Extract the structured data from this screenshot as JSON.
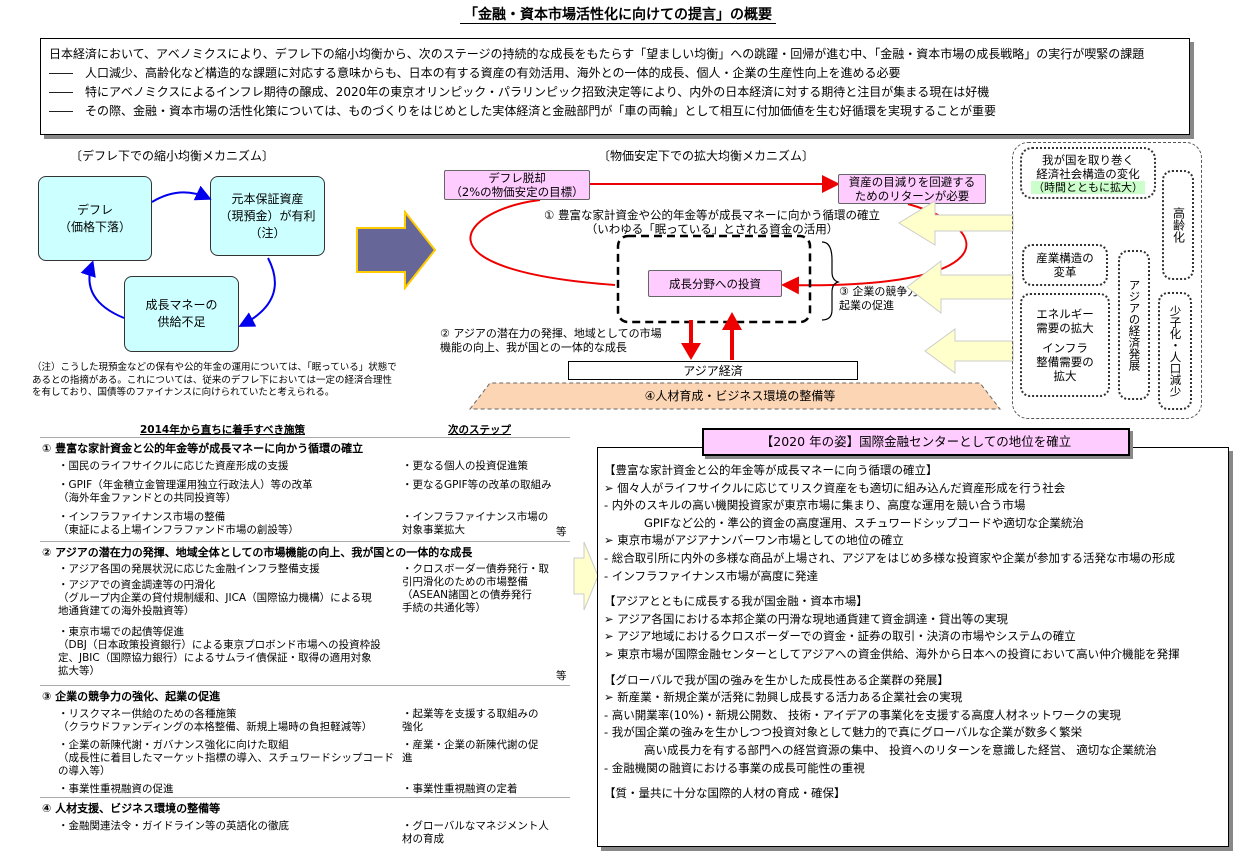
{
  "title": "「金融・資本市場活性化に向けての提言」の概要",
  "intro": {
    "main": "日本経済において、アベノミクスにより、デフレ下の縮小均衡から、次のステージの持続的な成長をもたらす「望ましい均衡」への跳躍・回帰が進む中、「金融・資本市場の成長戦略」の実行が喫緊の課題",
    "bullets": [
      "――　人口減少、高齢化など構造的な課題に対応する意味からも、日本の有する資産の有効活用、海外との一体的成長、個人・企業の生産性向上を進める必要",
      "――　特にアベノミクスによるインフレ期待の醸成、2020年の東京オリンピック・パラリンピック招致決定等により、内外の日本経済に対する期待と注目が集まる現在は好機",
      "――　その際、金融・資本市場の活性化策については、ものづくりをはじめとした実体経済と金融部門が「車の両輪」として相互に付加価値を生む好循環を実現することが重要"
    ]
  },
  "deflation": {
    "caption": "〔デフレ下での縮小均衡メカニズム〕",
    "box1": "デフレ\n（価格下落）",
    "box2": "元本保証資産\n（現預金）が有利\n（注）",
    "box3": "成長マネーの\n供給不足",
    "note": "（注）こうした現預金などの保有や公的年金の運用については、「眠っている」状態であるとの指摘がある。これについては、従来のデフレ下においては一定の経済合理性を有しており、国債等のファイナンスに向けられていたと考えられる。"
  },
  "expansion": {
    "caption": "〔物価安定下での拡大均衡メカニズム〕",
    "deflation_exit": "デフレ脱却\n（2%の物価安定の目標）",
    "asset_reduce": "資産の目減りを回避する\nためのリターンが必要",
    "point1": "①  豊富な家計資金や公的年金等が成長マネーに向かう循環の確立\n（いわゆる「眠っている」とされる資金の活用）",
    "growth_invest": "成長分野への投資",
    "point3": "③ 企業の競争力の強化、\n起業の促進",
    "point2": "② アジアの潜在力の発揮、地域としての市場\n機能の向上、我が国との一体的な成長",
    "asia_economy": "アジア経済",
    "point4": "④人材育成・ビジネス環境の整備等"
  },
  "environment": {
    "structure": "我が国を取り巻く\n経済社会構造の変化",
    "over_time": "（時間とともに拡大）",
    "aging": "高齢化",
    "industry": "産業構造の\n変革",
    "energy": "エネルギー\n需要の拡大",
    "infra": "インフラ\n整備需要の\n拡大",
    "asia_growth": "アジアの経済発展",
    "population": "少子化・人口減少"
  },
  "measures": {
    "head_now": "2014年から直ちに着手すべき施策",
    "head_next": "次のステップ",
    "etc": "等",
    "sections": [
      {
        "title": "① 豊富な家計資金と公的年金等が成長マネーに向かう循環の確立",
        "now": [
          "・国民のライフサイクルに応じた資産形成の支援",
          "・GPIF（年金積立金管理運用独立行政法人）等の改革\n（海外年金ファンドとの共同投資等）",
          "・インフラファイナンス市場の整備\n（東証による上場インフラファンド市場の創設等）"
        ],
        "next": [
          "・更なる個人の投資促進策",
          "・更なるGPIF等の改革の取組み",
          "・インフラファイナンス市場の\n対象事業拡大"
        ]
      },
      {
        "title": "② アジアの潜在力の発揮、地域全体としての市場機能の向上、我が国との一体的な成長",
        "now": [
          "・アジア各国の発展状況に応じた金融インフラ整備支援",
          "・アジアでの資金調達等の円滑化\n（グループ内企業の貸付規制緩和、JICA（国際協力機構）による現\n地通貨建ての海外投融資等）",
          "・東京市場での起債等促進\n（DBJ（日本政策投資銀行）による東京プロボンド市場への投資枠設\n定、JBIC（国際協力銀行）によるサムライ債保証・取得の適用対象\n拡大等）"
        ],
        "next": [
          "・クロスボーダー債券発行・取\n引円滑化のための市場整備\n（ASEAN諸国との債券発行\n手続の共通化等）"
        ]
      },
      {
        "title": "③ 企業の競争力の強化、起業の促進",
        "now": [
          "・リスクマネー供給のための各種施策\n（クラウドファンディングの本格整備、新規上場時の負担軽減等）",
          "・企業の新陳代謝・ガバナンス強化に向けた取組\n（成長性に着目したマーケット指標の導入、スチュワードシップコード\nの導入等）",
          "・事業性重視融資の促進"
        ],
        "next": [
          "・起業等を支援する取組みの\n強化",
          "・産業・企業の新陳代謝の促\n進",
          "・事業性重視融資の定着"
        ]
      },
      {
        "title": "④ 人材支援、ビジネス環境の整備等",
        "now": [
          "・金融関連法令・ガイドライン等の英語化の徹底"
        ],
        "next": [
          "・グローバルなマネジメント人\n材の育成"
        ]
      }
    ]
  },
  "vision": {
    "header": "【2020 年の姿】国際金融センターとしての地位を確立",
    "rows": [
      "【豊富な家計資金と公的年金等が成長マネーに向う循環の確立】",
      "➢ 個々人がライフサイクルに応じてリスク資産をも適切に組み込んだ資産形成を行う社会",
      "  - 内外のスキルの高い機関投資家が東京市場に集まり、高度な運用を競い合う市場",
      "        GPIFなど公的・準公的資金の高度運用、スチュワードシップコードや適切な企業統治",
      "➢ 東京市場がアジアナンバーワン市場としての地位の確立",
      "  - 総合取引所に内外の多様な商品が上場され、アジアをはじめ多様な投資家や企業が参加する活発な市場の形成",
      "  - インフラファイナンス市場が高度に発達",
      "",
      "【アジアとともに成長する我が国金融・資本市場】",
      "➢ アジア各国における本邦企業の円滑な現地通貨建て資金調達・貸出等の実現",
      "➢ アジア地域におけるクロスボーダーでの資金・証券の取引・決済の市場やシステムの確立",
      "➢ 東京市場が国際金融センターとしてアジアへの資金供給、海外から日本への投資において高い仲介機能を発揮",
      "",
      "【グローバルで我が国の強みを生かした成長性ある企業群の発展】",
      "➢ 新産業・新規企業が活発に勃興し成長する活力ある企業社会の実現",
      "  - 高い開業率(10%)・新規公開数、 技術・アイデアの事業化を支援する高度人材ネットワークの実現",
      "  - 我が国企業の強みを生かしつつ投資対象として魅力的で真にグローバルな企業が数多く繁栄",
      "        高い成長力を有する部門への経営資源の集中、 投資へのリターンを意識した経営、 適切な企業統治",
      "  - 金融機関の融資における事業の成長可能性の重視",
      "",
      "【質・量共に十分な国際的人材の育成・確保】"
    ]
  },
  "colors": {
    "cyan": "#ccffff",
    "pink": "#ffccff",
    "arrow_yellow": "#ffffcc",
    "arrow_purple": "#666699",
    "red": "#ee0000",
    "blue": "#0000ee",
    "orange": "#fcd5b4"
  }
}
